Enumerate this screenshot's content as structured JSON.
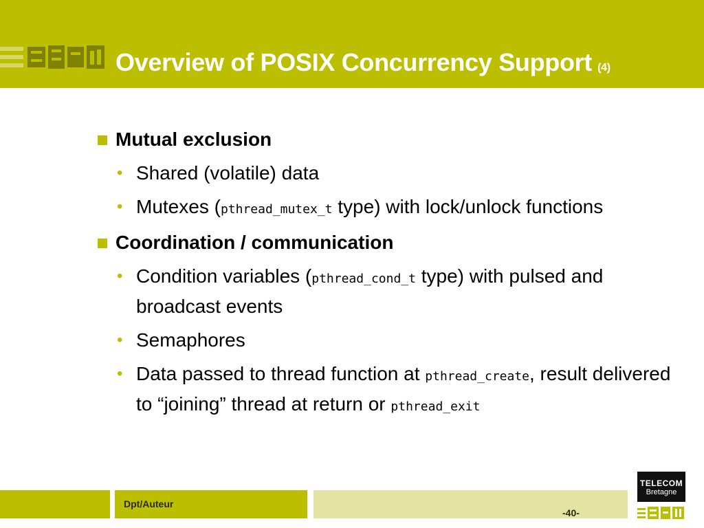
{
  "header": {
    "title": "Overview of POSIX Concurrency Support",
    "title_suffix": "(4)"
  },
  "content": {
    "sections": [
      {
        "heading": "Mutual exclusion",
        "items": [
          {
            "parts": [
              "Shared (volatile) data"
            ]
          },
          {
            "text_before": "Mutexes (",
            "code": "pthread_mutex_t",
            "text_after": " type) with lock/unlock functions"
          }
        ]
      },
      {
        "heading": "Coordination / communication",
        "items": [
          {
            "text_before": "Condition variables (",
            "code": "pthread_cond_t",
            "text_after": " type) with pulsed and broadcast events"
          },
          {
            "parts": [
              "Semaphores"
            ]
          },
          {
            "text_before": "Data passed to thread function at ",
            "code": "pthread_create",
            "text_after": ", result delivered to “joining” thread at return or ",
            "code2": "pthread_exit"
          }
        ]
      }
    ]
  },
  "footer": {
    "label": "Dpt/Auteur",
    "page_number": "-40-"
  },
  "logo": {
    "line1": "TELECOM",
    "line2": "Bretagne"
  },
  "colors": {
    "accent": "#bcbf00",
    "footer_light": "#e3e3a3",
    "logo_box": "#111111"
  }
}
